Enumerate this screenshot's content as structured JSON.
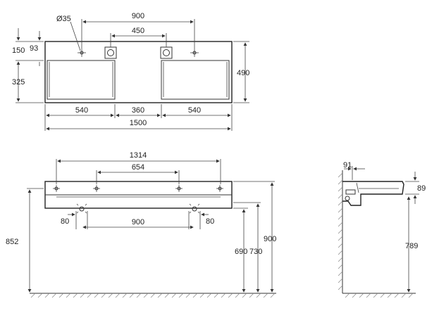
{
  "title": "",
  "top_view": {
    "hole_diameter": "Ø35",
    "dim_tap_spacing": "900",
    "dim_waste_spacing": "450",
    "dim_left_150": "150",
    "dim_left_93": "93",
    "dim_left_325": "325",
    "dim_right_490": "490",
    "dim_bowl_left": "540",
    "dim_center": "360",
    "dim_bowl_right": "540",
    "dim_total_width": "1500"
  },
  "front_view": {
    "dim_1314": "1314",
    "dim_654": "654",
    "dim_80_left": "80",
    "dim_900_bottom": "900",
    "dim_80_right": "80",
    "dim_852": "852",
    "dim_690": "690",
    "dim_730": "730",
    "dim_900_right": "900"
  },
  "side_view": {
    "dim_91": "91",
    "dim_89": "89",
    "dim_789": "789"
  }
}
